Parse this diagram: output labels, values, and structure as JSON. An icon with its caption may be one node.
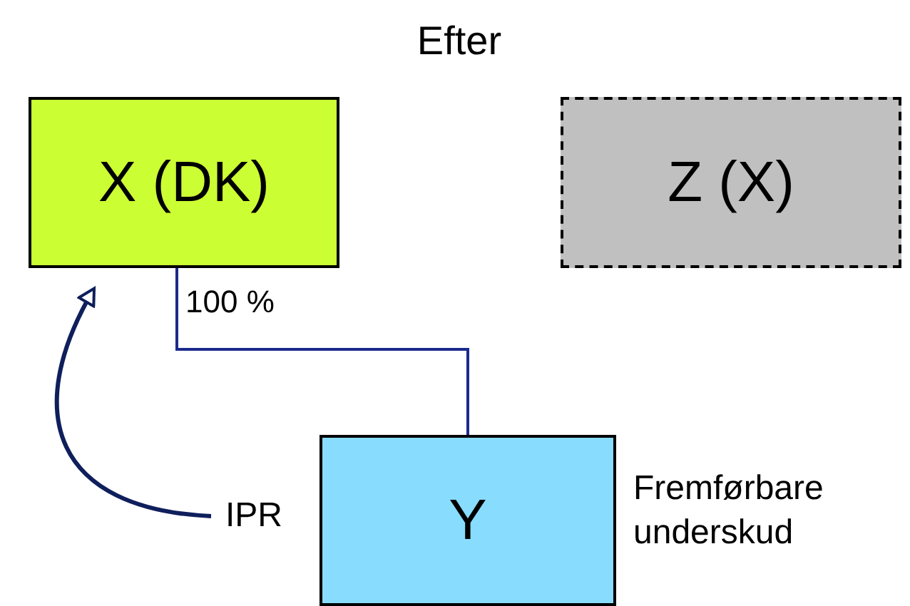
{
  "diagram": {
    "title": "Efter",
    "nodes": [
      {
        "text": [
          "X (DK)"
        ]
      },
      {
        "text": [
          "Z (X)"
        ]
      },
      {
        "text": [
          "Y"
        ],
        "beside": [
          "Fremførbare underskud"
        ]
      },
      {
        "text": [
          "IPR"
        ]
      }
    ],
    "edges": [
      {
        "from": 0,
        "to": 2,
        "arrow": "none",
        "label": "100 %"
      },
      {
        "from": 3,
        "to": 0,
        "arrow": "to",
        "color": "#0f1f5c"
      }
    ]
  }
}
